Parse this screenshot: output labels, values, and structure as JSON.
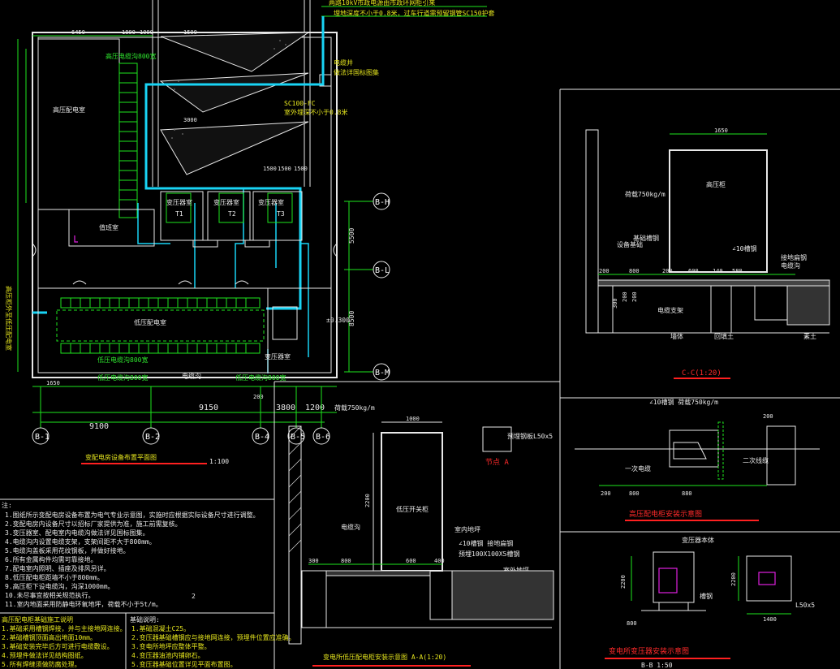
{
  "colors": {
    "background": "#000000",
    "linework": "#e8e8e8",
    "dimension": "#1ee61e",
    "cable": "#19d4f5",
    "title_underline": "#ff2020",
    "note_text": "#e6e61e"
  },
  "plan": {
    "top_note_1": "两路10kV市政电源由市政环网柜引来",
    "top_note_2": "埋地深度不小于0.8米，过车行道需预留钢管SC150护套",
    "cable_well": "电缆井",
    "see_drawing": "做法详国标图集",
    "sc_note": "SC100-FC",
    "sc_note_2": "室外埋深不小于0.8米",
    "dim_top": [
      "6450",
      "1800",
      "1000"
    ],
    "dim_1500": "1500",
    "dim_3000": "3000",
    "dim_sub": [
      "1500",
      "1500",
      "1500"
    ],
    "hv_trench": "高压电缆沟800宽",
    "hv_room": "高压配电室",
    "duty_room": "值班室",
    "transformer_labels": [
      "变压器室",
      "变压器室",
      "变压器室"
    ],
    "tx_codes": [
      "T1",
      "T2",
      "T3"
    ],
    "lv_room": "低压配电室",
    "lv_trench": "低压电缆沟800宽",
    "bottom_label_1": "低压电缆沟800宽",
    "bottom_label_2": "电缆沟",
    "bottom_label_3": "低压电缆沟800宽",
    "side_label": "高压柜外至低压配电室",
    "dim_5500": "5500",
    "dim_8500": "8500",
    "dim_0300": "±0.300",
    "dim_bottom_total": "1650",
    "dim_9150": "9150",
    "dim_9100": "9100",
    "dim_3800": "3800",
    "dim_1200": "1200",
    "dim_200": "200",
    "grid_right": [
      "B-H",
      "B-L",
      "B-M"
    ],
    "grid_bottom": [
      "B-1",
      "B-2",
      "B-4",
      "B-5",
      "B-6"
    ],
    "title": "变配电房设备布置平面图",
    "scale": "1:100"
  },
  "notes": {
    "header": "注:",
    "lines": [
      "1.图纸所示变配电房设备布置为电气专业示意图，实施时应根据实际设备尺寸进行调整。",
      "2.变配电房内设备尺寸以招标厂家提供为准，施工前需复核。",
      "3.变压器室、配电室内电缆沟做法详见国标图集。",
      "4.电缆沟内设置电缆支架，支架间距不大于800mm。",
      "5.电缆沟盖板采用花纹钢板，并做好接地。",
      "6.所有金属构件均需可靠接地。",
      "7.配电室内照明、插座及排风另详。",
      "8.低压配电柜距墙不小于800mm。",
      "9.高压柜下设电缆沟，沟深1000mm。",
      "10.未尽事宜按相关规范执行。",
      "11.室内地面采用防静电环氧地坪，荷载不小于5t/m。"
    ],
    "page_no": "2",
    "left_col": [
      "高压配电柜基础施工说明",
      "1.基础采用槽钢焊接，并与主接地网连接。",
      "2.基础槽钢顶面高出地面10mm。",
      "3.基础安装完毕后方可进行电缆敷设。",
      "4.预埋件做法详见结构图纸。",
      "5.所有焊缝须做防腐处理。"
    ],
    "right_col_header": "基础说明:",
    "right_col": [
      "1.基础混凝土C25。",
      "2.变压器基础槽钢应与接地网连接，预埋件位置应准确。",
      "3.变电所地坪应整体平整。",
      "4.变压器油池内铺卵石。",
      "5.变压器基础位置详见平面布置图。"
    ]
  },
  "section_aa": {
    "weight": "荷载750kg/m",
    "dim_1000": "1000",
    "cabinet": "低压开关柜",
    "dim_2200": "2200",
    "cable_trench": "电缆沟",
    "floor": "室内地坪",
    "steel": "∠10槽钢  接地扁钢",
    "pipe": "预埋100X100X5槽钢",
    "outdoor": "室外地坪",
    "dims": [
      "300",
      "800",
      "600",
      "400"
    ],
    "title": "变电所低压配电柜安装示意图  A-A(1:20)",
    "detail_label": "节点 A",
    "detail_note": "预埋钢板L50x5"
  },
  "section_cc": {
    "dim_1650": "1650",
    "cabinet": "高压柜",
    "weight": "荷载750kg/m",
    "base": "基础槽钢",
    "note_a": "设备基础",
    "steel": "∠10槽钢",
    "note_right": "接地扁钢",
    "note_far": "电缆沟",
    "dims": [
      "200",
      "800",
      "200",
      "600",
      "140",
      "580"
    ],
    "vdims": [
      "300",
      "200",
      "200"
    ],
    "cable": "电缆支架",
    "bottom_labels": [
      "墙体",
      "回填土",
      "素土"
    ],
    "title": "C-C(1:20)"
  },
  "hv_mount": {
    "note": "∠10槽钢 荷载750kg/m",
    "dims": [
      "200",
      "800",
      "880",
      "200"
    ],
    "side": "一次电缆",
    "right": "二次线缆",
    "title": "高压配电柜安装示意图"
  },
  "tx_mount": {
    "top_label": "变压器本体",
    "dims": [
      "2200",
      "2200",
      "1400",
      "800"
    ],
    "labels": [
      "槽钢",
      "L50x5"
    ],
    "title": "变电所变压器安装示意图",
    "scale": "B-B 1:50"
  }
}
